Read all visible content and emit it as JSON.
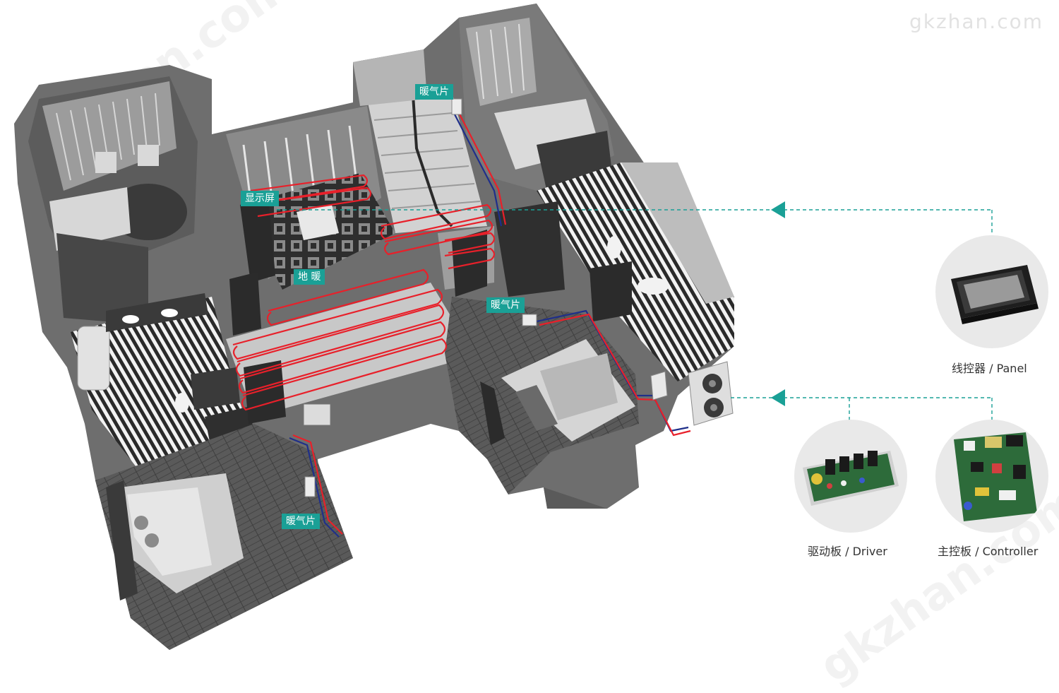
{
  "watermark": "gkzhan.com",
  "labels": {
    "display_screen": "显示屏",
    "floor_heating": "地 暖",
    "radiator_top": "暖气片",
    "radiator_middle": "暖气片",
    "radiator_bottom": "暖气片"
  },
  "components": {
    "panel": "线控器 / Panel",
    "driver": "驱动板 / Driver",
    "controller": "主控板 / Controller"
  },
  "colors": {
    "accent": "#1aa096",
    "heating_pipe": "#e8202a",
    "radiator_pipe": "#1f2f8a"
  }
}
